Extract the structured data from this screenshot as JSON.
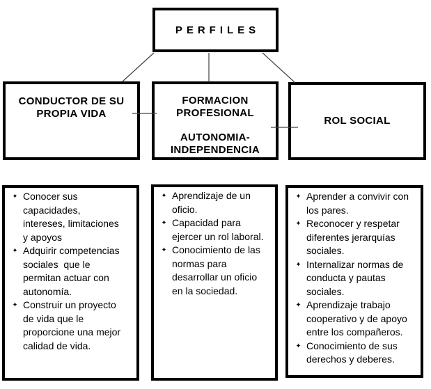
{
  "diagram": {
    "colors": {
      "background": "#ffffff",
      "box_border": "#000000",
      "text": "#000000",
      "connector": "#404040"
    },
    "bullet_icon": {
      "name": "four-pointed-star-bullet",
      "glyph": "✦"
    },
    "root": {
      "label": "PERFILES"
    },
    "branches": [
      {
        "title": "CONDUCTOR DE SU\nPROPIA VIDA",
        "items": [
          "Conocer sus\ncapacidades,\nintereses, limitaciones\ny apoyos",
          "Adquirir competencias\nsociales  que le\npermitan actuar con\nautonomía.",
          "Construir un proyecto\nde vida que le\nproporcione una mejor\ncalidad de vida."
        ]
      },
      {
        "title": "FORMACION\nPROFESIONAL",
        "subtitle": "AUTONOMIA-\nINDEPENDENCIA",
        "items": [
          "Aprendizaje de un\noficio.",
          "Capacidad para\nejercer un rol laboral.",
          "Conocimiento de las\nnormas para\ndesarrollar un oficio\nen la sociedad."
        ]
      },
      {
        "title": "ROL SOCIAL",
        "items": [
          "Aprender a convivir con\nlos pares.",
          "Reconocer y respetar\ndiferentes jerarquías\nsociales.",
          "Internalizar normas de\nconducta y pautas\nsociales.",
          "Aprendizaje trabajo\ncooperativo y de apoyo\nentre los compañeros.",
          "Conocimiento de sus\nderechos y deberes."
        ]
      }
    ]
  }
}
